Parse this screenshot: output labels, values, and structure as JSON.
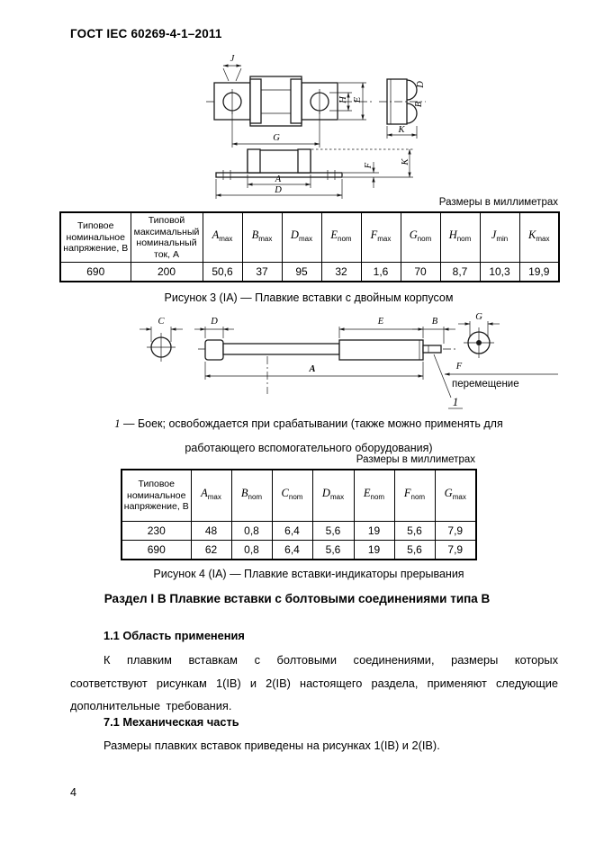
{
  "doc": {
    "number": "ГОСТ IEC 60269-4-1–2011",
    "page_number": "4"
  },
  "units_note": "Размеры в миллиметрах",
  "figure3": {
    "caption": "Рисунок 3 (IA) — Плавкие вставки с двойным корпусом",
    "labels": {
      "j": "J",
      "h": "H",
      "e": "E",
      "g": "G",
      "d_side": "D",
      "b_side": "B",
      "k_side": "K",
      "a_bot": "A",
      "d_bot": "D",
      "f_bot": "F",
      "k_bot": "K"
    }
  },
  "table1": {
    "voltage_header": "Типовое номинальное напряжение, В",
    "current_header": "Типовой максимальный номинальный ток, А",
    "dim_headers": [
      {
        "sym": "A",
        "sub": "max"
      },
      {
        "sym": "B",
        "sub": "max"
      },
      {
        "sym": "D",
        "sub": "max"
      },
      {
        "sym": "E",
        "sub": "nom"
      },
      {
        "sym": "F",
        "sub": "max"
      },
      {
        "sym": "G",
        "sub": "nom"
      },
      {
        "sym": "H",
        "sub": "nom"
      },
      {
        "sym": "J",
        "sub": "min"
      },
      {
        "sym": "K",
        "sub": "max"
      }
    ],
    "rows": [
      [
        "690",
        "200",
        "50,6",
        "37",
        "95",
        "32",
        "1,6",
        "70",
        "8,7",
        "10,3",
        "19,9"
      ]
    ]
  },
  "figure4": {
    "caption": "Рисунок 4 (IA) — Плавкие вставки-индикаторы прерывания",
    "labels": {
      "c": "C",
      "d": "D",
      "e": "E",
      "b": "B",
      "g": "G",
      "a": "A",
      "f": "F"
    },
    "movement_label": "перемещение",
    "striker_ref": "1",
    "note_marker": "1",
    "note_line1": " — Боек; освобождается при срабатывании (также можно применять для",
    "note_line2": "работающего вспомогательного оборудования)"
  },
  "table2": {
    "voltage_header": "Типовое номинальное напряжение, В",
    "dim_headers": [
      {
        "sym": "A",
        "sub": "max"
      },
      {
        "sym": "B",
        "sub": "nom"
      },
      {
        "sym": "C",
        "sub": "nom"
      },
      {
        "sym": "D",
        "sub": "max"
      },
      {
        "sym": "E",
        "sub": "nom"
      },
      {
        "sym": "F",
        "sub": "nom"
      },
      {
        "sym": "G",
        "sub": "max"
      }
    ],
    "rows": [
      [
        "230",
        "48",
        "0,8",
        "6,4",
        "5,6",
        "19",
        "5,6",
        "7,9"
      ],
      [
        "690",
        "62",
        "0,8",
        "6,4",
        "5,6",
        "19",
        "5,6",
        "7,9"
      ]
    ]
  },
  "section": {
    "heading": "Раздел I В Плавкие вставки с болтовыми соединениями типа В",
    "sub1": "1.1 Область применения",
    "para1": "К плавким вставкам с болтовыми соединениями, размеры которых соответствуют рисункам 1(IВ) и 2(IВ) настоящего раздела, применяют следующие дополнительные требования.",
    "sub2": "7.1 Механическая часть",
    "para2": "Размеры плавких вставок приведены на рисунках 1(IВ) и 2(IВ)."
  }
}
